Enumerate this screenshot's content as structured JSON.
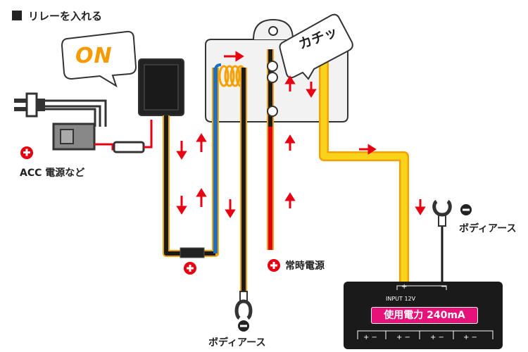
{
  "title": "リレーを入れる",
  "on_bubble": "ON",
  "click_bubble": "カチッ",
  "acc_label": "ACC 電源など",
  "body_earth_bottom": "ボディアース",
  "body_earth_right": "ボディアース",
  "constant_power": "常時電源",
  "device": {
    "input_label": "INPUT 12V",
    "power_label": "使用電力 240mA",
    "top_plus": "+",
    "top_minus": "−",
    "bottom_terminals": [
      "+ −",
      "+ −",
      "+ −",
      "+ −"
    ]
  },
  "colors": {
    "wire_black": "#1a1a1a",
    "wire_outline": "#f5a100",
    "wire_blue": "#1e6fbf",
    "wire_red": "#e60012",
    "wire_yellow": "#f8d21b",
    "arrow_red": "#e60012",
    "device_pink": "#e5127a"
  }
}
